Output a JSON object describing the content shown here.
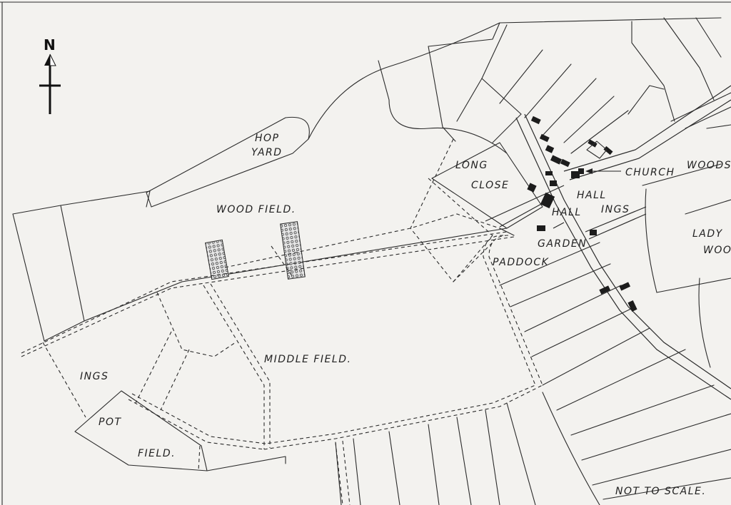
{
  "map": {
    "north_label": "N",
    "scale_note": "NOT TO SCALE.",
    "colors": {
      "ink": "#2b2b2b",
      "paper": "#f3f2ef",
      "building": "#1c1c1c"
    },
    "labels": {
      "hop": "HOP",
      "yard": "YARD",
      "wood_field": "WOOD FIELD.",
      "long": "LONG",
      "close": "CLOSE",
      "church": "CHURCH",
      "woods": "WOODS",
      "hall_ings_1": "HALL",
      "hall_ings_2": "INGS",
      "hall": "HALL",
      "garden": "GARDEN",
      "lady": "LADY",
      "wood": "WOOD",
      "paddock": "PADDOCK",
      "middle_field": "MIDDLE FIELD.",
      "ings": "INGS",
      "pot": "POT",
      "field": "FIELD."
    }
  }
}
